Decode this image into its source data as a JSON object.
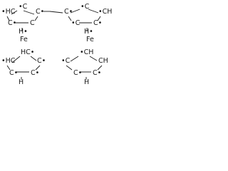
{
  "molecule": {
    "glyphs": {
      "ch": "C",
      "h": "H",
      "fe": "Fe",
      "radical": "•"
    },
    "colors": {
      "ink": "#1a1a1a",
      "background": "#ffffff"
    }
  }
}
